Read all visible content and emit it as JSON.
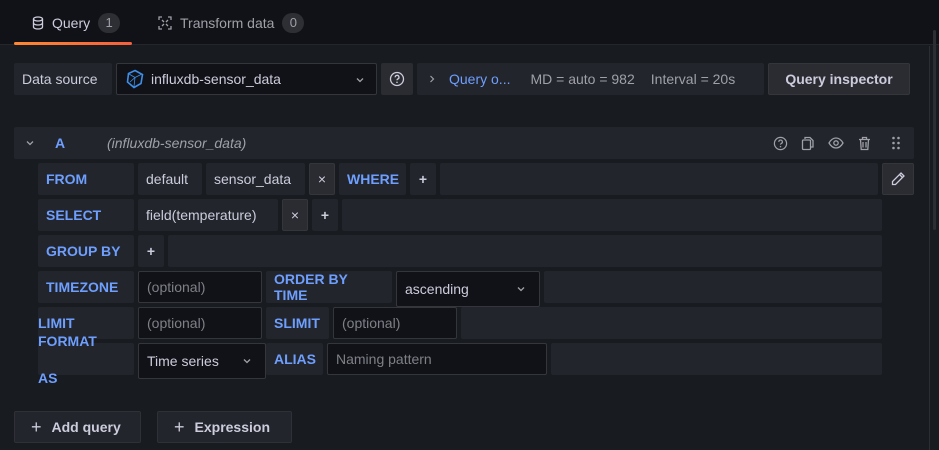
{
  "tabs": [
    {
      "label": "Query",
      "count": "1",
      "icon": "database-icon",
      "active": true
    },
    {
      "label": "Transform data",
      "count": "0",
      "icon": "transform-icon",
      "active": false
    }
  ],
  "toolbar": {
    "data_source_label": "Data source",
    "data_source_value": "influxdb-sensor_data",
    "data_source_icon": "influxdb-logo-icon",
    "help_icon": "question-circle-icon",
    "query_options_label": "Query o...",
    "max_data_points": "MD = auto = 982",
    "interval": "Interval = 20s",
    "query_inspector_label": "Query inspector"
  },
  "query": {
    "name": "A",
    "datasource": "(influxdb-sensor_data)",
    "actions": [
      "question-circle-icon",
      "copy-icon",
      "eye-icon",
      "trash-icon",
      "drag-handle-icon"
    ],
    "from": {
      "label": "FROM",
      "retention_policy": "default",
      "measurement": "sensor_data",
      "remove_symbol": "×",
      "where_label": "WHERE",
      "add_symbol": "+"
    },
    "select": {
      "label": "SELECT",
      "field": "field(temperature)",
      "remove_symbol": "×",
      "add_symbol": "+"
    },
    "group_by": {
      "label": "GROUP BY",
      "add_symbol": "+"
    },
    "timezone": {
      "label": "TIMEZONE",
      "placeholder": "(optional)",
      "order_label": "ORDER BY TIME",
      "order_value": "ascending"
    },
    "limit": {
      "label": "LIMIT",
      "placeholder": "(optional)",
      "slimit_label": "SLIMIT",
      "slimit_placeholder": "(optional)"
    },
    "format": {
      "label_line1": "FORMAT",
      "label_line2": "AS",
      "value": "Time series",
      "alias_label": "ALIAS",
      "alias_placeholder": "Naming pattern"
    }
  },
  "footer": {
    "add_query_label": "Add query",
    "expression_label": "Expression",
    "add_symbol": "+"
  },
  "colors": {
    "accent_blue": "#6e9fff",
    "tab_underline_start": "#ff8833",
    "tab_underline_end": "#f55f3e",
    "background": "#181b1f",
    "surface": "#22252b",
    "input_bg": "#111217"
  }
}
